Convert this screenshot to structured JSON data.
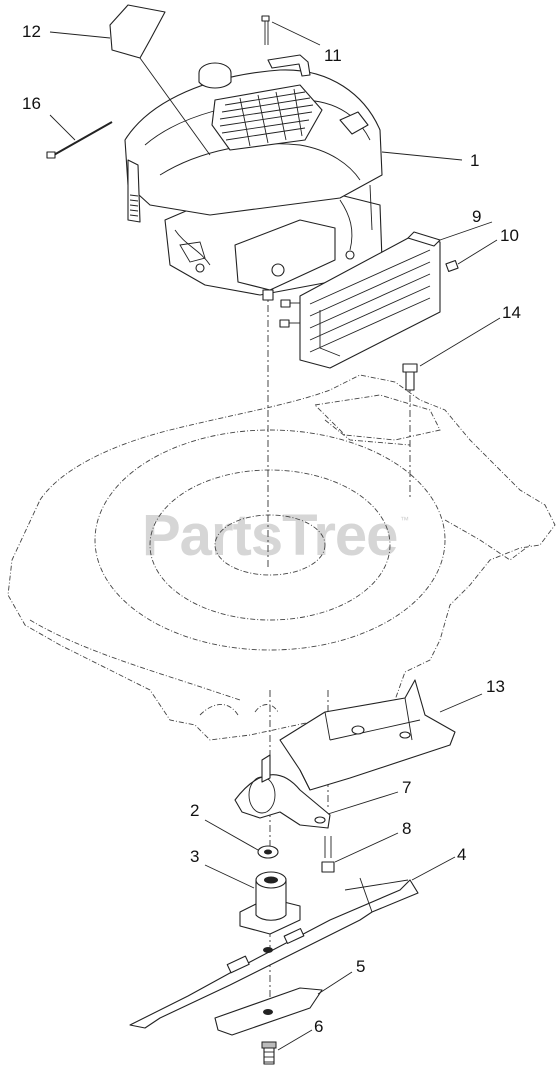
{
  "diagram": {
    "watermark": "PartsTree",
    "watermark_mark": "™",
    "callouts": [
      {
        "id": "c1",
        "label": "1"
      },
      {
        "id": "c2",
        "label": "2"
      },
      {
        "id": "c3",
        "label": "3"
      },
      {
        "id": "c4",
        "label": "4"
      },
      {
        "id": "c5",
        "label": "5"
      },
      {
        "id": "c6",
        "label": "6"
      },
      {
        "id": "c7",
        "label": "7"
      },
      {
        "id": "c8",
        "label": "8"
      },
      {
        "id": "c9",
        "label": "9"
      },
      {
        "id": "c10",
        "label": "10"
      },
      {
        "id": "c11",
        "label": "11"
      },
      {
        "id": "c12",
        "label": "12"
      },
      {
        "id": "c13",
        "label": "13"
      },
      {
        "id": "c14",
        "label": "14"
      },
      {
        "id": "c16",
        "label": "16"
      }
    ]
  }
}
